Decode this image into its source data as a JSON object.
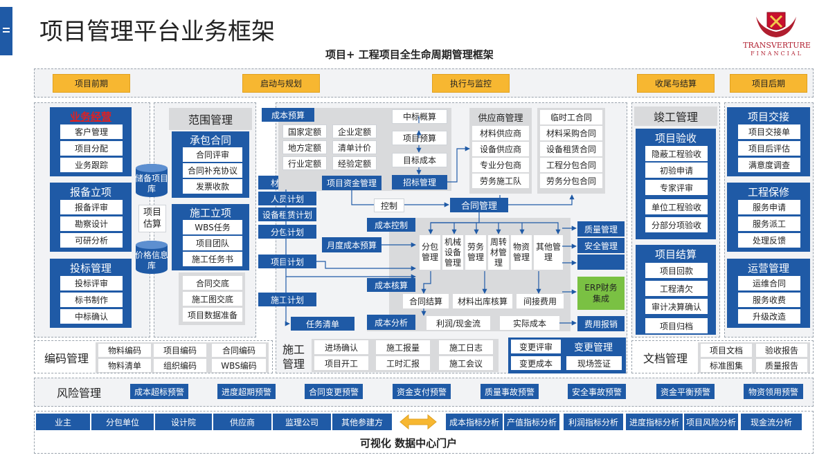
{
  "title": "项目管理平台业务框架",
  "subtitle": "项目+ 工程项目全生命周期管理框架",
  "brand": {
    "name": "TRANSVERTURE",
    "sub": "FINANCIAL"
  },
  "colors": {
    "blue": "#1f5aa6",
    "yellow": "#f7b731",
    "grey": "#d9dadc",
    "green": "#7ac143"
  },
  "phases": [
    "项目前期",
    "启动与规划",
    "执行与监控",
    "收尾与结算",
    "项目后期"
  ],
  "left_groups": [
    {
      "title": "业务经营",
      "items": [
        "客户管理",
        "项目分配",
        "业务跟踪"
      ]
    },
    {
      "title": "报备立项",
      "items": [
        "报备评审",
        "勘察设计",
        "可研分析"
      ]
    },
    {
      "title": "投标管理",
      "items": [
        "投标评审",
        "标书制作",
        "中标确认"
      ]
    }
  ],
  "db": {
    "reserve": "储备项目库",
    "estimate": "项目估算",
    "price": "价格信息库"
  },
  "scope": {
    "title": "范围管理",
    "contract": {
      "title": "承包合同",
      "items": [
        "合同评审",
        "合同补充协议",
        "发票收款"
      ]
    },
    "setup": {
      "title": "施工立项",
      "items": [
        "WBS任务",
        "项目团队",
        "施工任务书"
      ]
    },
    "delivery": [
      "合同交底",
      "施工图交底",
      "项目数据准备"
    ]
  },
  "plans": [
    "材料计划",
    "人员计划",
    "设备租赁计划",
    "分包计划",
    "项目计划",
    "施工计划",
    "任务清单"
  ],
  "budget": {
    "label": "成本预算",
    "quota": [
      "国家定额",
      "企业定额",
      "地方定额",
      "清单计价",
      "行业定额",
      "经验定额"
    ],
    "steps": [
      "中标概算",
      "项目预算",
      "目标成本",
      "招标管理"
    ]
  },
  "fund": "项目资金管理",
  "control": "控制",
  "contract_mgmt": "合同管理",
  "supplier": {
    "title": "供应商管理",
    "items": [
      "材料供应商",
      "设备供应商",
      "专业分包商",
      "劳务施工队"
    ]
  },
  "temp": {
    "title": "临时工合同",
    "items": [
      "材料采购合同",
      "设备租赁合同",
      "工程分包合同",
      "劳务分包合同"
    ]
  },
  "cost_control": "成本控制",
  "monthly_budget": "月度成本预算",
  "mgmt_cols": [
    "分包管理",
    "机械设备管理",
    "劳务管理",
    "周转材管理",
    "物资管理",
    "其他管理"
  ],
  "cost_check": "成本核算",
  "settlements": [
    "合同结算",
    "材料出库核算",
    "间接费用"
  ],
  "cost_analysis": "成本分析",
  "analysis_items": [
    "利润/现金流",
    "实际成本"
  ],
  "right_side": [
    "质量管理",
    "安全管理",
    "ERP财务集成",
    "费用报销"
  ],
  "completion": {
    "title": "竣工管理",
    "accept": {
      "title": "项目验收",
      "items": [
        "隐蔽工程验收",
        "初验申请",
        "专家评审",
        "单位工程验收",
        "分部分项验收"
      ]
    },
    "settle": {
      "title": "项目结算",
      "items": [
        "项目回款",
        "工程清欠",
        "审计决算确认",
        "项目归档"
      ]
    }
  },
  "after": [
    {
      "title": "项目交接",
      "items": [
        "项目交接单",
        "项目后评估",
        "满意度调查"
      ]
    },
    {
      "title": "工程保修",
      "items": [
        "服务申请",
        "服务派工",
        "处理反馈"
      ]
    },
    {
      "title": "运营管理",
      "items": [
        "运维合同",
        "服务收费",
        "升级改造"
      ]
    }
  ],
  "coding": {
    "title": "编码管理",
    "items": [
      "物料编码",
      "项目编码",
      "合同编码",
      "物料清单",
      "组织编码",
      "WBS编码"
    ]
  },
  "construction": {
    "title": "施工管理",
    "items": [
      "进场确认",
      "施工报量",
      "施工日志",
      "项目开工",
      "工时汇报",
      "施工会议"
    ]
  },
  "change": {
    "title": "变更管理",
    "items": [
      "变更评审",
      "变更成本",
      "现场签证"
    ]
  },
  "docs": {
    "title": "文档管理",
    "items": [
      "项目文档",
      "验收报告",
      "标准图集",
      "质量报告"
    ]
  },
  "risk": {
    "title": "风险管理",
    "items": [
      "成本超标预警",
      "进度超期预警",
      "合同变更预警",
      "资金支付预警",
      "质量事故预警",
      "安全事故预警",
      "资金平衡预警",
      "物资领用预警"
    ]
  },
  "parties": [
    "业主",
    "分包单位",
    "设计院",
    "供应商",
    "监理公司",
    "其他参建方"
  ],
  "analytics": [
    "成本指标分析",
    "产值指标分析",
    "利润指标分析",
    "进度指标分析",
    "项目风险分析",
    "现金流分析"
  ],
  "portal": "可视化 数据中心门户"
}
